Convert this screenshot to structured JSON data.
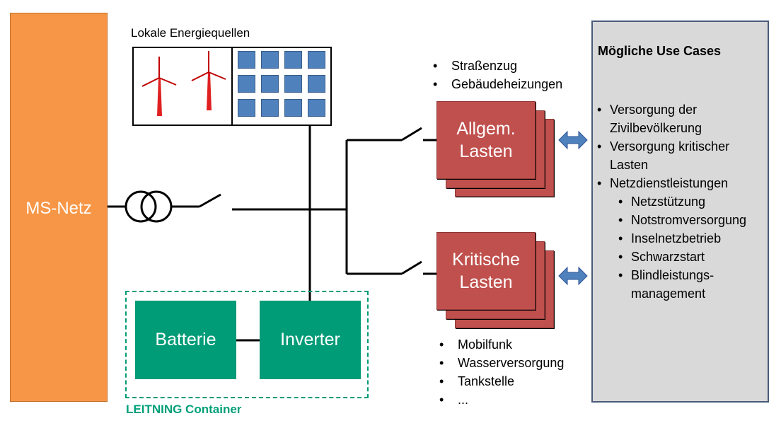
{
  "grid": {
    "label": "MS-Netz"
  },
  "sources": {
    "label": "Lokale Energiequellen"
  },
  "container": {
    "battery_label": "Batterie",
    "inverter_label": "Inverter",
    "label": "LEITNING Container"
  },
  "general_loads": {
    "line1": "Allgem.",
    "line2": "Lasten",
    "examples": [
      "Straßenzug",
      "Gebäudeheizungen"
    ]
  },
  "critical_loads": {
    "line1": "Kritische",
    "line2": "Lasten",
    "examples": [
      "Mobilfunk",
      "Wasserversorgung",
      "Tankstelle",
      "..."
    ]
  },
  "use_cases": {
    "title": "Mögliche Use Cases",
    "items": [
      {
        "line1": "Versorgung der",
        "line2": "Zivilbevölkerung"
      },
      {
        "line1": "Versorgung kritischer",
        "line2": "Lasten"
      },
      {
        "line1": "Netzdienstleistungen"
      }
    ],
    "sub_items": [
      "Netzstützung",
      "Notstromversorgung",
      "Inselnetzbetrieb",
      "Schwarzstart"
    ],
    "last_sub": {
      "line1": "Blindleistungs-",
      "line2": "management"
    }
  },
  "colors": {
    "grid": "#f79646",
    "container": "#009b77",
    "loads": "#c0504d",
    "pv": "#4f81bd",
    "turbine": "#e02020",
    "arrow": "#4f81bd",
    "panel": "#d9d9d9"
  }
}
